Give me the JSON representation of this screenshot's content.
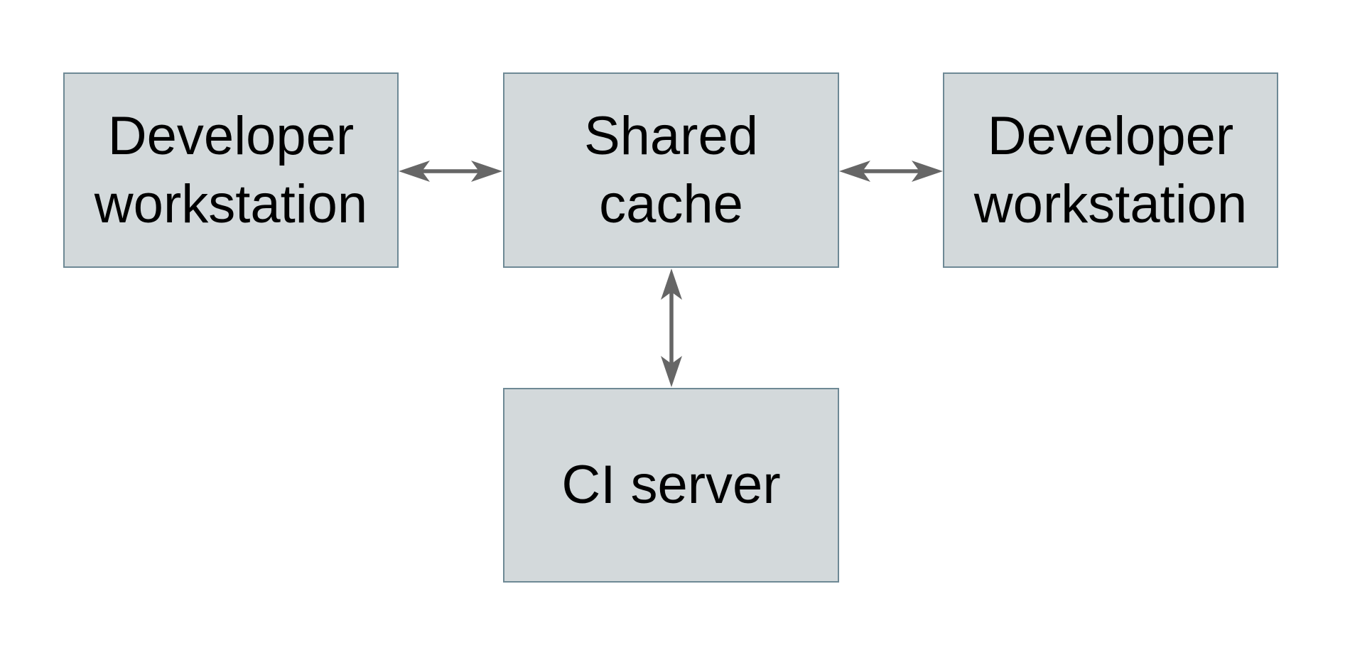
{
  "diagram": {
    "type": "architecture-diagram",
    "background": "#ffffff",
    "nodes": [
      {
        "id": "developer-workstation-left",
        "label": "Developer workstation",
        "lines": [
          "Developer",
          "workstation"
        ]
      },
      {
        "id": "shared-cache",
        "label": "Shared cache",
        "lines": [
          "Shared",
          "cache"
        ]
      },
      {
        "id": "developer-workstation-right",
        "label": "Developer workstation",
        "lines": [
          "Developer",
          "workstation"
        ]
      },
      {
        "id": "ci-server",
        "label": "CI server",
        "lines": [
          "CI server"
        ]
      }
    ],
    "edges": [
      {
        "from": "developer-workstation-left",
        "to": "shared-cache",
        "style": "double-headed-arrow",
        "orientation": "horizontal"
      },
      {
        "from": "shared-cache",
        "to": "developer-workstation-right",
        "style": "double-headed-arrow",
        "orientation": "horizontal"
      },
      {
        "from": "shared-cache",
        "to": "ci-server",
        "style": "double-headed-arrow",
        "orientation": "vertical"
      }
    ],
    "colors": {
      "node_fill": "#d3d9db",
      "node_border": "#6e8995",
      "arrow": "#666666",
      "text": "#000000"
    }
  }
}
